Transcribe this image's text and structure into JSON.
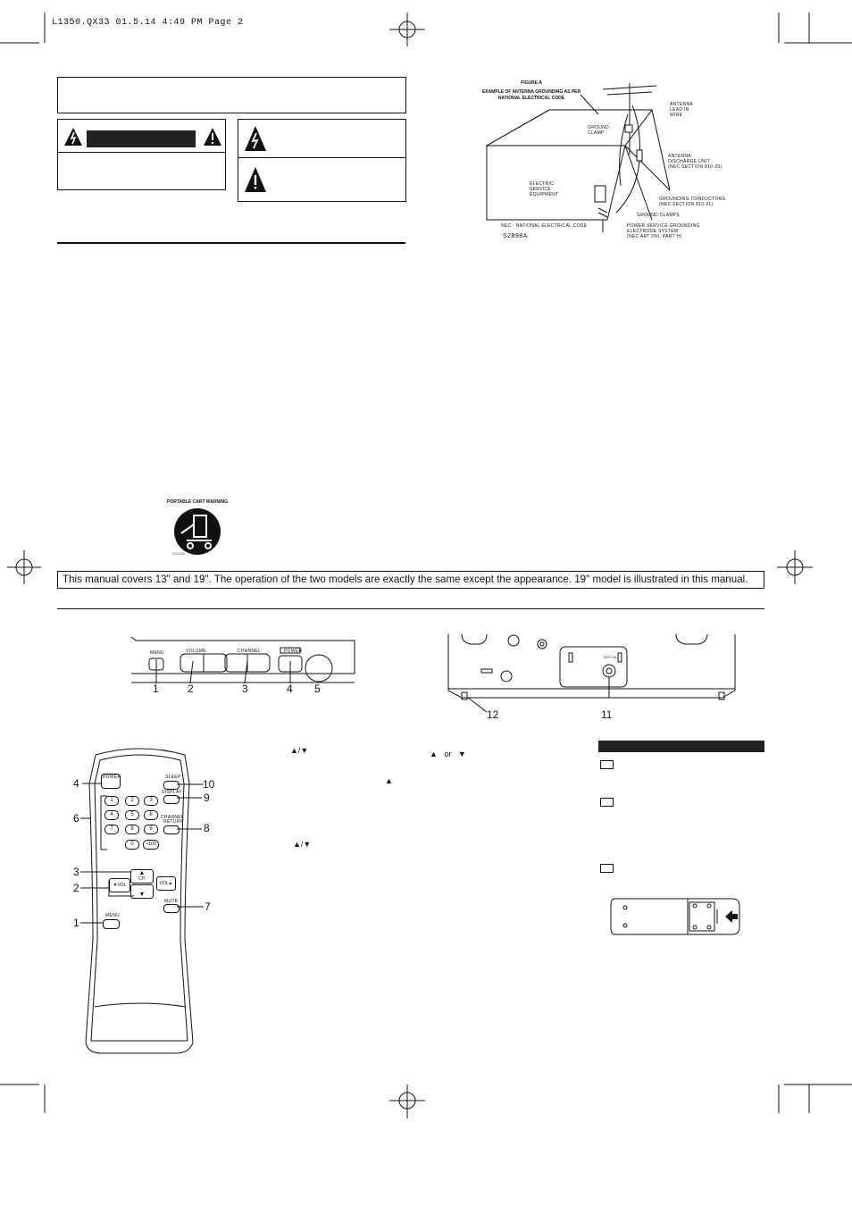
{
  "header": {
    "text": "L1350.QX33  01.5.14  4:49 PM  Page 2"
  },
  "figure_a": {
    "title": "FIGURE A",
    "subtitle_line1": "EXAMPLE OF ANTENNA GROUNDING AS PER",
    "subtitle_line2": "NATIONAL ELECTRICAL CODE",
    "labels": {
      "antenna_lead": [
        "ANTENNA",
        "LEAD IN",
        "WIRE"
      ],
      "ground_clamp": [
        "GROUND",
        "CLAMP"
      ],
      "discharge_unit": [
        "ANTENNA",
        "DISCHARGE UNIT",
        "(NEC SECTION 810-20)"
      ],
      "electric_service": [
        "ELECTRIC",
        "SERVICE",
        "EQUIPMENT"
      ],
      "grounding_conductors": [
        "GROUNDING CONDUCTORS",
        "(NEC SECTION 810-21)"
      ],
      "ground_clamps": "GROUND CLAMPS",
      "nec": "NEC - NATIONAL ELECTRICAL CODE",
      "power_service": [
        "POWER SERVICE GROUNDING",
        "ELECTRODE SYSTEM",
        "(NEC ART 250, PART H)"
      ],
      "code": "S2898A"
    }
  },
  "cart": {
    "title": "PORTABLE CART WARNING",
    "caption": "S3126A"
  },
  "banner": {
    "text": "This manual covers 13\" and 19\". The operation of the two models are exactly the same except the appearance. 19\" model is illustrated in this manual."
  },
  "front_panel": {
    "labels": {
      "menu": "MENU",
      "volume": "VOLUME",
      "channel": "CHANNEL",
      "power": "POWER"
    },
    "callouts": [
      "1",
      "2",
      "3",
      "4",
      "5"
    ]
  },
  "rear_panel": {
    "ant_label": "ANT.IN",
    "callouts": [
      "12",
      "11"
    ]
  },
  "remote": {
    "labels": {
      "power": "POWER",
      "sleep": "SLEEP",
      "display": "DISPLAY",
      "channel_return_1": "CHANNEL",
      "channel_return_2": "RETURN",
      "ch": "CH",
      "vol_down": "▼VOL",
      "vol_up": "VOL▲",
      "mute": "MUTE",
      "menu": "MENU",
      "plus100": "+100"
    },
    "digits": [
      "1",
      "2",
      "3",
      "4",
      "5",
      "6",
      "7",
      "8",
      "9",
      "0"
    ],
    "callouts_left": [
      "4",
      "6",
      "3",
      "2",
      "1"
    ],
    "callouts_right": [
      "10",
      "9",
      "8",
      "7"
    ]
  },
  "text_glyphs": {
    "updown_1": "▲/▼",
    "updown_2": "▲ or ▼",
    "up": "▲",
    "updown_3": "▲/▼"
  }
}
